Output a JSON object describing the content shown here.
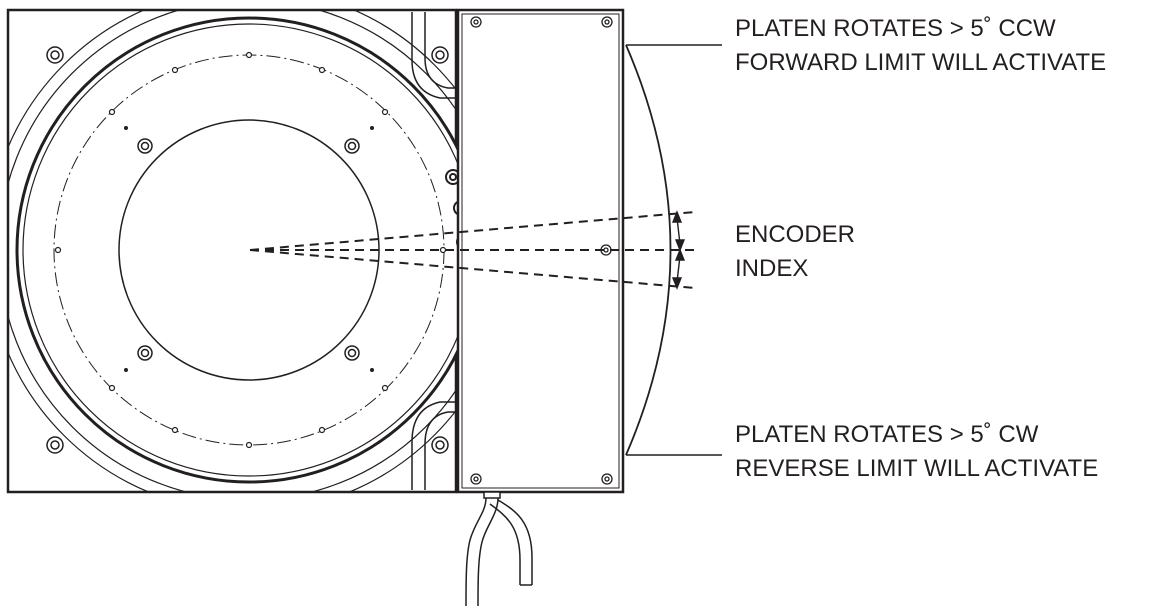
{
  "callouts": {
    "forward_limit": {
      "line1": "PLATEN ROTATES > 5˚ CCW",
      "line2": "FORWARD LIMIT WILL ACTIVATE"
    },
    "encoder_index": {
      "line1": "ENCODER",
      "line2": "INDEX"
    },
    "reverse_limit": {
      "line1": "PLATEN ROTATES > 5˚ CW",
      "line2": "REVERSE LIMIT WILL ACTIVATE"
    }
  },
  "colors": {
    "ink": "#231f20",
    "background": "#ffffff"
  }
}
